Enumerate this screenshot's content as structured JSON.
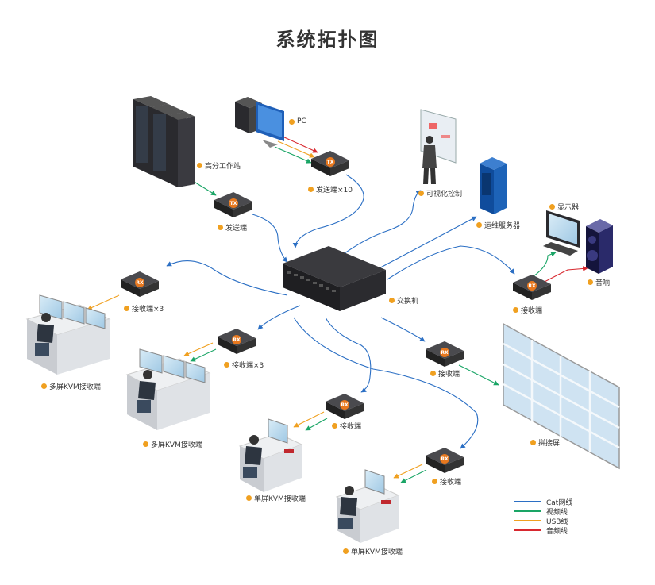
{
  "title": "系统拓扑图",
  "nodes": {
    "pc": "PC",
    "workstation": "高分工作站",
    "tx10": "发送端×10",
    "tx": "发送端",
    "visual": "可视化控制",
    "ops_server": "运维服务器",
    "monitor": "显示器",
    "speaker": "音响",
    "switch": "交换机",
    "rx_right": "接收端",
    "rx3_a": "接收端×3",
    "rx3_b": "接收端×3",
    "multi_kvm_a": "多屏KVM接收端",
    "multi_kvm_b": "多屏KVM接收端",
    "rx_wall": "接收端",
    "video_wall": "拼接屏",
    "rx_single_a": "接收端",
    "rx_single_b": "接收端",
    "single_kvm_a": "单屏KVM接收端",
    "single_kvm_b": "单屏KVM接收端"
  },
  "device_tags": {
    "tx": "TX",
    "rx": "RX"
  },
  "legend": [
    {
      "label": "Cat网线",
      "color": "#2b6fc4"
    },
    {
      "label": "视频线",
      "color": "#1aa566"
    },
    {
      "label": "USB线",
      "color": "#f0a020"
    },
    {
      "label": "音频线",
      "color": "#d8282f"
    }
  ],
  "colors": {
    "cat": "#2b6fc4",
    "video": "#1aa566",
    "usb": "#f0a020",
    "audio": "#d8282f",
    "dot": "#f0a020",
    "badge": "#e8781e"
  }
}
